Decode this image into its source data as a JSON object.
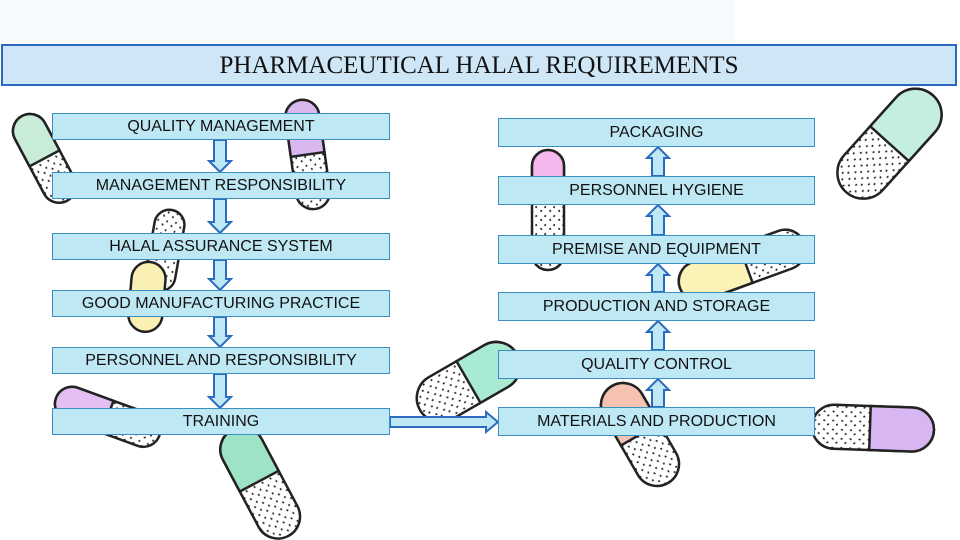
{
  "title": "PHARMACEUTICAL HALAL REQUIREMENTS",
  "colors": {
    "title_bar_fill": "#cfe6f7",
    "title_bar_border": "#2a6bbf",
    "box_fill": "#bfe8f5",
    "box_border": "#3a8fc0",
    "arrow_fill": "#bfe8f5",
    "arrow_stroke": "#2a6bbf"
  },
  "left_column": [
    "QUALITY MANAGEMENT",
    "MANAGEMENT RESPONSIBILITY",
    "HALAL ASSURANCE SYSTEM",
    "GOOD MANUFACTURING PRACTICE",
    "PERSONNEL AND RESPONSIBILITY",
    "TRAINING"
  ],
  "right_column": [
    "PACKAGING",
    "PERSONNEL HYGIENE",
    "PREMISE AND EQUIPMENT",
    "PRODUCTION AND STORAGE",
    "QUALITY CONTROL",
    "MATERIALS AND PRODUCTION"
  ],
  "flow": {
    "left_direction": "down",
    "right_direction": "up",
    "bridge": "TRAINING -> MATERIALS AND PRODUCTION"
  },
  "background_icons": "capsule-icon"
}
